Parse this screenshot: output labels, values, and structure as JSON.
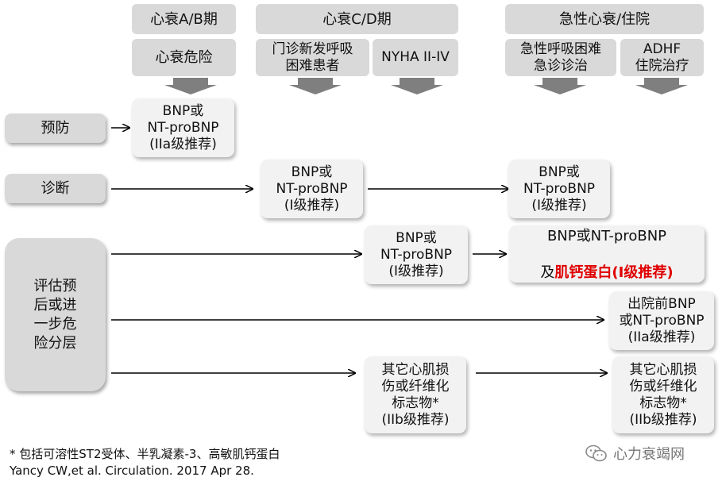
{
  "headers": {
    "stage_ab": "心衰A/B期",
    "stage_cd": "心衰C/D期",
    "acute": "急性心衰/住院"
  },
  "subheaders": {
    "risk": "心衰危险",
    "outpatient_line1": "门诊新发呼吸",
    "outpatient_line2": "困难患者",
    "nyha": "NYHA II-IV",
    "acute_er_line1": "急性呼吸困难",
    "acute_er_line2": "急诊诊治",
    "adhf_line1": "ADHF",
    "adhf_line2": "住院治疗"
  },
  "rows": {
    "prevention": "预防",
    "diagnosis": "诊断",
    "assessment": "评估预\n后或进\n一步危\n险分层"
  },
  "nodes": {
    "prevention_bnp": "BNP或\nNT-proBNP\n(IIa级推荐)",
    "diag_cd_bnp": "BNP或\nNT-proBNP\n(I级推荐)",
    "diag_acute_bnp": "BNP或\nNT-proBNP\n(I级推荐)",
    "assess_cd_bnp": "BNP或\nNT-proBNP\n(I级推荐)",
    "assess_acute_line1": "BNP或NT-proBNP",
    "assess_acute_prefix": "及",
    "assess_acute_highlight": "肌钙蛋白(I级推荐)",
    "discharge_bnp": "出院前BNP\n或NT-proBNP\n(IIa级推荐)",
    "other_cd": "其它心肌损\n伤或纤维化\n标志物*\n(IIb级推荐)",
    "other_acute": "其它心肌损\n伤或纤维化\n标志物*\n(IIb级推荐)"
  },
  "footnote": {
    "note": "* 包括可溶性ST2受体、半乳凝素-3、高敏肌钙蛋白",
    "citation": "Yancy CW,et al. Circulation. 2017 Apr 28."
  },
  "watermark": {
    "icon": "wechat-icon",
    "text": "心力衰竭网"
  },
  "colors": {
    "header_bg": "#d9d9d9",
    "node_bg": "#f2f2f2",
    "arrow_gray": "#7f7f7f",
    "highlight_red": "#e00000"
  }
}
